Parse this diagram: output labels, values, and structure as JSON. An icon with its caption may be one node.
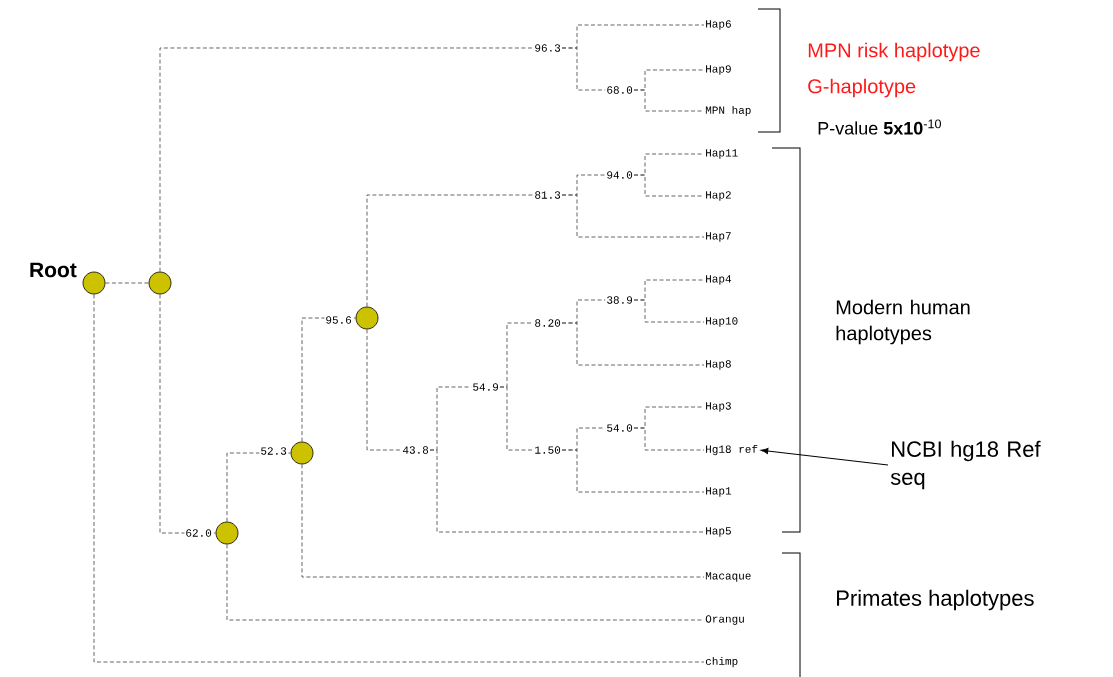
{
  "diagram": {
    "nodes": [
      {
        "text": [],
        "shape": "circle",
        "beside": [
          "Root"
        ]
      },
      {
        "text": [],
        "shape": "circle"
      },
      {
        "text": [
          "96.3"
        ]
      },
      {
        "text": [
          "68.0"
        ]
      },
      {
        "text": [
          "Hap6"
        ]
      },
      {
        "text": [
          "Hap9"
        ]
      },
      {
        "text": [
          "MPN hap"
        ]
      },
      {
        "text": [],
        "shape": "circle",
        "beside": [
          "62.0"
        ]
      },
      {
        "text": [],
        "shape": "circle",
        "beside": [
          "52.3"
        ]
      },
      {
        "text": [],
        "shape": "circle",
        "beside": [
          "95.6"
        ]
      },
      {
        "text": [
          "81.3"
        ]
      },
      {
        "text": [
          "94.0"
        ]
      },
      {
        "text": [
          "Hap11"
        ]
      },
      {
        "text": [
          "Hap2"
        ]
      },
      {
        "text": [
          "Hap7"
        ]
      },
      {
        "text": [
          "43.8"
        ]
      },
      {
        "text": [
          "54.9"
        ]
      },
      {
        "text": [
          "8.20"
        ]
      },
      {
        "text": [
          "38.9"
        ]
      },
      {
        "text": [
          "Hap4"
        ]
      },
      {
        "text": [
          "Hap10"
        ]
      },
      {
        "text": [
          "Hap8"
        ]
      },
      {
        "text": [
          "1.50"
        ]
      },
      {
        "text": [
          "54.0"
        ]
      },
      {
        "text": [
          "Hap3"
        ]
      },
      {
        "text": [
          "Hg18 ref"
        ]
      },
      {
        "text": [
          "Hap1"
        ]
      },
      {
        "text": [
          "Hap5"
        ]
      },
      {
        "text": [
          "Macaque"
        ]
      },
      {
        "text": [
          "Orangu"
        ]
      },
      {
        "text": [
          "chimp"
        ]
      },
      {
        "text": [
          "NCBI hg18 Ref seq"
        ]
      }
    ],
    "edges": [
      {
        "from": 0,
        "to": 1,
        "arrow": "none",
        "style": "dashed"
      },
      {
        "from": 0,
        "to": 30,
        "arrow": "none",
        "style": "dashed"
      },
      {
        "from": 1,
        "to": 2,
        "arrow": "none",
        "style": "dashed"
      },
      {
        "from": 1,
        "to": 7,
        "arrow": "none",
        "style": "dashed"
      },
      {
        "from": 2,
        "to": 4,
        "arrow": "none",
        "style": "dashed"
      },
      {
        "from": 2,
        "to": 3,
        "arrow": "none",
        "style": "dashed"
      },
      {
        "from": 3,
        "to": 5,
        "arrow": "none",
        "style": "dashed"
      },
      {
        "from": 3,
        "to": 6,
        "arrow": "none",
        "style": "dashed"
      },
      {
        "from": 7,
        "to": 8,
        "arrow": "none",
        "style": "dashed"
      },
      {
        "from": 7,
        "to": 29,
        "arrow": "none",
        "style": "dashed"
      },
      {
        "from": 8,
        "to": 9,
        "arrow": "none",
        "style": "dashed"
      },
      {
        "from": 8,
        "to": 28,
        "arrow": "none",
        "style": "dashed"
      },
      {
        "from": 9,
        "to": 10,
        "arrow": "none",
        "style": "dashed"
      },
      {
        "from": 9,
        "to": 15,
        "arrow": "none",
        "style": "dashed"
      },
      {
        "from": 10,
        "to": 11,
        "arrow": "none",
        "style": "dashed"
      },
      {
        "from": 10,
        "to": 14,
        "arrow": "none",
        "style": "dashed"
      },
      {
        "from": 11,
        "to": 12,
        "arrow": "none",
        "style": "dashed"
      },
      {
        "from": 11,
        "to": 13,
        "arrow": "none",
        "style": "dashed"
      },
      {
        "from": 15,
        "to": 16,
        "arrow": "none",
        "style": "dashed"
      },
      {
        "from": 15,
        "to": 27,
        "arrow": "none",
        "style": "dashed"
      },
      {
        "from": 16,
        "to": 17,
        "arrow": "none",
        "style": "dashed"
      },
      {
        "from": 16,
        "to": 22,
        "arrow": "none",
        "style": "dashed"
      },
      {
        "from": 17,
        "to": 18,
        "arrow": "none",
        "style": "dashed"
      },
      {
        "from": 17,
        "to": 21,
        "arrow": "none",
        "style": "dashed"
      },
      {
        "from": 18,
        "to": 19,
        "arrow": "none",
        "style": "dashed"
      },
      {
        "from": 18,
        "to": 20,
        "arrow": "none",
        "style": "dashed"
      },
      {
        "from": 22,
        "to": 23,
        "arrow": "none",
        "style": "dashed"
      },
      {
        "from": 22,
        "to": 26,
        "arrow": "none",
        "style": "dashed"
      },
      {
        "from": 23,
        "to": 24,
        "arrow": "none",
        "style": "dashed"
      },
      {
        "from": 23,
        "to": 25,
        "arrow": "none",
        "style": "dashed"
      },
      {
        "from": 31,
        "to": 25,
        "arrow": "to"
      }
    ],
    "labels": [
      "MPN risk haplotype",
      "G-haplotype",
      "P-value **5x10**$^{-10}$",
      "Modern human haplotypes",
      "Primates haplotypes"
    ]
  }
}
